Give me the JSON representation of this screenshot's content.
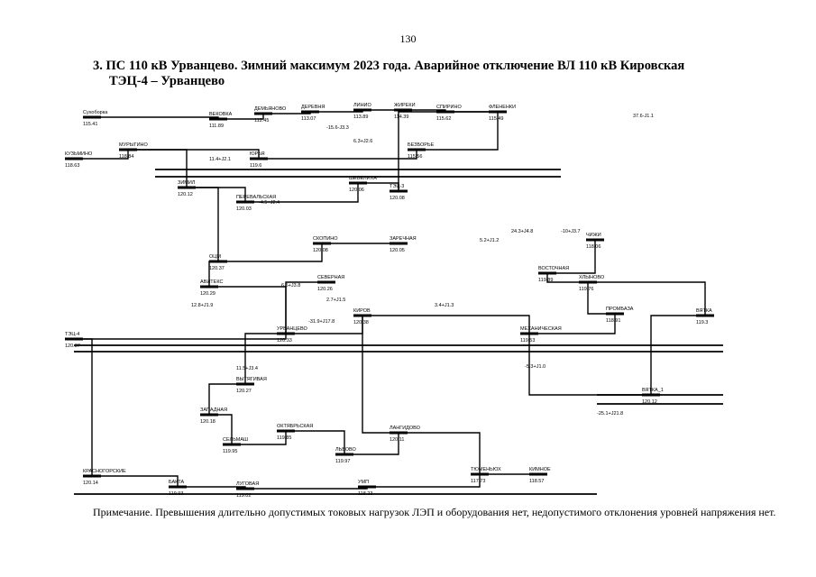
{
  "page_number": "130",
  "title_line1": "3. ПС 110 кВ Урванцево. Зимний максимум 2023 года. Аварийное отключение ВЛ 110 кВ Кировская",
  "title_line2": "ТЭЦ-4 – Урванцево",
  "note": "Примечание. Превышения длительно допустимых токовых нагрузок ЛЭП и оборудования нет, недопустимого отклонения уровней напряжения нет.",
  "nodes": [
    {
      "id": "n1",
      "label": "Сухоборка",
      "value": "115.41"
    },
    {
      "id": "n2",
      "label": "ВЕКОВКА",
      "value": "111.89"
    },
    {
      "id": "n3",
      "label": "ДЕМЬЯНОВО",
      "value": "112.45"
    },
    {
      "id": "n4",
      "label": "ДЕРЕВНЯ",
      "value": "113.07"
    },
    {
      "id": "n5",
      "label": "ЛИНИО",
      "value": "113.89"
    },
    {
      "id": "n6",
      "label": "ЖИРЕКИ",
      "value": "114.39"
    },
    {
      "id": "n7",
      "label": "СПИРИНО",
      "value": "115.62"
    },
    {
      "id": "n8",
      "label": "ФЛЕНЕНКИ",
      "value": "115.49"
    },
    {
      "id": "n9",
      "label": "КУЗЬМИНО",
      "value": "118.63"
    },
    {
      "id": "n10",
      "label": "ЮРЬЯ",
      "value": "119.6"
    },
    {
      "id": "n11",
      "label": "БЕЗБОРЬЕ",
      "value": "115.56"
    },
    {
      "id": "n12",
      "label": "МУРЫГИНО",
      "value": "118.84"
    },
    {
      "id": "n13",
      "label": "ШЕВЕЛИХА",
      "value": "120.06"
    },
    {
      "id": "n14",
      "label": "ТЭЦ-3",
      "value": "120.08"
    },
    {
      "id": "n15",
      "label": "ЗИМИЛ",
      "value": "120.12"
    },
    {
      "id": "n16",
      "label": "ПЕРЕВАЛЬСКАЯ",
      "value": "120.03"
    },
    {
      "id": "n17",
      "label": "ЗАРЕЧНАЯ",
      "value": "120.05"
    },
    {
      "id": "n18",
      "label": "СКОПИНО",
      "value": "120.08"
    },
    {
      "id": "n19",
      "label": "ОЦМ",
      "value": "120.37"
    },
    {
      "id": "n20",
      "label": "АВИТЕКС",
      "value": "120.29"
    },
    {
      "id": "n21",
      "label": "СЕВЕРНАЯ",
      "value": "120.26"
    },
    {
      "id": "n22",
      "label": "УРВАНЦЕВО",
      "value": "120.33"
    },
    {
      "id": "n23",
      "label": "ТЭЦ-4",
      "value": "120.37"
    },
    {
      "id": "n24",
      "label": "КИРОВ",
      "value": "120.38"
    },
    {
      "id": "n25",
      "label": "ЧИЖИ",
      "value": "118.06"
    },
    {
      "id": "n26",
      "label": "ВОСТОЧНАЯ",
      "value": "119.89"
    },
    {
      "id": "n27",
      "label": "ХЛЫНОВО",
      "value": "119.76"
    },
    {
      "id": "n28",
      "label": "ВЯТКА",
      "value": "119.3"
    },
    {
      "id": "n29",
      "label": "МЕХАНИЧЕСКАЯ",
      "value": "119.53"
    },
    {
      "id": "n30",
      "label": "ВЯТКА_1",
      "value": "120.12"
    },
    {
      "id": "n31",
      "label": "ПРОМБАЗА",
      "value": "118.91"
    },
    {
      "id": "n32",
      "label": "ВЫТЯГИВАЯ",
      "value": "120.27"
    },
    {
      "id": "n33",
      "label": "ЗАПАДНАЯ",
      "value": "120.18"
    },
    {
      "id": "n34",
      "label": "ОКТЯБРЬСКАЯ",
      "value": "119.85"
    },
    {
      "id": "n35",
      "label": "СЕЛЬМАШ",
      "value": "119.95"
    },
    {
      "id": "n36",
      "label": "ЛЬВОВО",
      "value": "119.97"
    },
    {
      "id": "n37",
      "label": "ЛАНГИДОВО",
      "value": "120.11"
    },
    {
      "id": "n38",
      "label": "ТЮМЕНЬЮХ",
      "value": "117.73"
    },
    {
      "id": "n39",
      "label": "КИМНОЕ",
      "value": "118.57"
    },
    {
      "id": "n40",
      "label": "КРАСНОГОРСКИЕ",
      "value": "120.14"
    },
    {
      "id": "n41",
      "label": "БАКТА",
      "value": "119.93"
    },
    {
      "id": "n42",
      "label": "ЛУГОВАЯ",
      "value": "119.02"
    },
    {
      "id": "n43",
      "label": "УМП",
      "value": "118.23"
    }
  ],
  "flows": [
    "5.2+J1.2",
    "24.3+J4.8",
    "-10+J3.7",
    "-15.6-J3.3",
    "6.3+J2.6",
    "11.4+J2.1",
    "-4.5+J2.4",
    "37.6-J1.1",
    "12.8+J1.9",
    "3.4+J1.3",
    "-5.3+J1.0",
    "-25.1+J21.8",
    "11.5+J3.4",
    "6.5+J3.8",
    "2.7+J1.5",
    "-31.9+J17.8"
  ]
}
